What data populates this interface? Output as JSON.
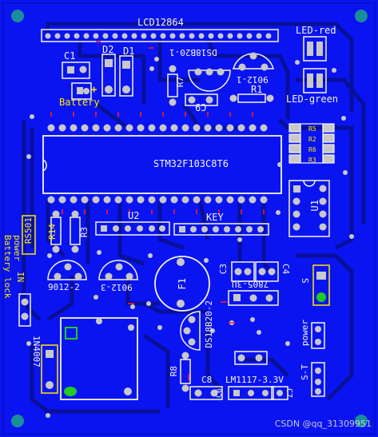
{
  "board": {
    "background": "#0a14f0",
    "colors": {
      "silk": "#f4f4f4",
      "trace": "#08109a",
      "pad": "#c8c8c8",
      "drill": "#0a5ad0",
      "yellow_silk": "#ffe800",
      "green": "#22cc22",
      "red_mark": "#ff2020"
    }
  },
  "labels": {
    "lcd": "LCD12864",
    "c1": "C1",
    "d2": "D2",
    "d1": "D1",
    "ds18b20_1": "DS18B20-1",
    "r7": "R7",
    "c9": "C9",
    "q9012_1": "9012-1",
    "r1": "R1",
    "led_red": "LED-red",
    "led_green": "LED-green",
    "battery": "Battery",
    "plus": "+",
    "r5": "R5",
    "r2": "R2",
    "r6": "R6",
    "r3b": "R3",
    "mcu": "STM32F103C8T6",
    "u1": "U1",
    "u2": "U2",
    "key": "KEY",
    "rs501": "RS501",
    "r14": "R14",
    "r3": "R3",
    "q9012_2": "9012-2",
    "q9012_3": "9012-3",
    "c3": "C3",
    "c4": "C4",
    "reg7805": "7805-3U",
    "f1": "F1",
    "s": "S",
    "ds18b20_2": "DS18B20-2",
    "power_s": "power",
    "power_side": "power",
    "battery_lock": "Battery lock",
    "in_lbl": "IN",
    "in4007": "1N4007",
    "r8": "R8",
    "c8": "C8",
    "c6": "C6",
    "lm1117": "LM1117-3.3V",
    "c7": "C7",
    "st": "S-T",
    "watermark": "CSDN @qq_31309951"
  }
}
